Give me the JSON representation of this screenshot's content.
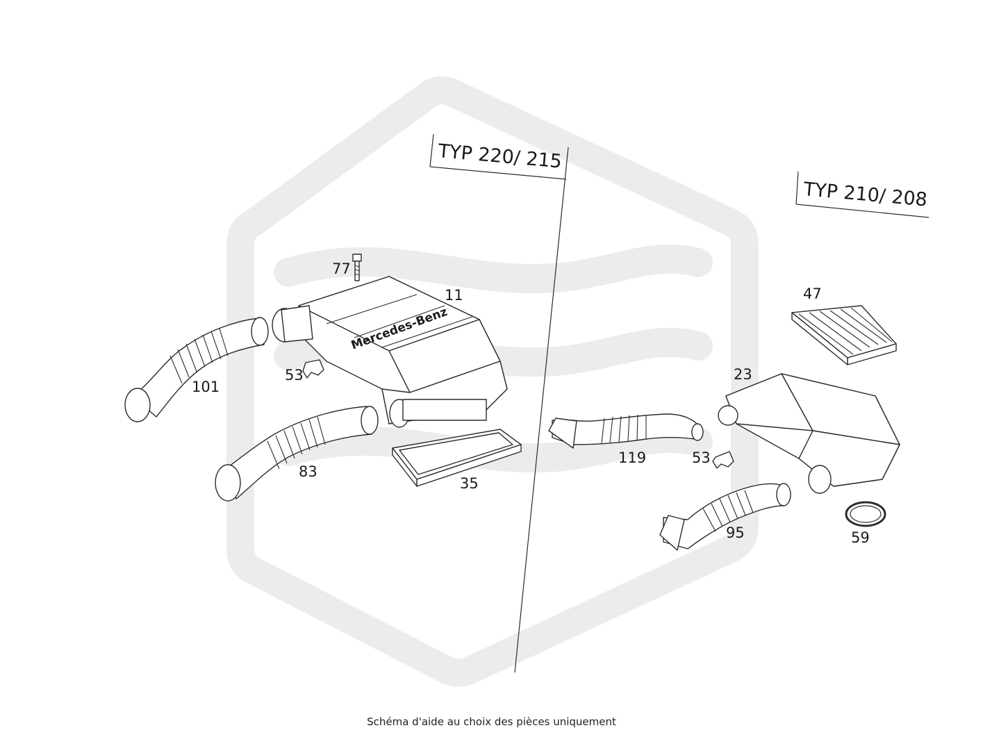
{
  "colors": {
    "watermark": "#ececec",
    "line": "#2a2a2a",
    "text": "#1a1a1a"
  },
  "watermark_icon": "hexagon-wave-watermark",
  "typ_labels": {
    "left": "TYP 220/ 215",
    "right": "TYP 210/ 208"
  },
  "brand_text": "Mercedes-Benz",
  "callouts": {
    "c77": "77",
    "c11": "11",
    "c101": "101",
    "c53a": "53",
    "c83": "83",
    "c35": "35",
    "c47": "47",
    "c23": "23",
    "c119": "119",
    "c53b": "53",
    "c95": "95",
    "c59": "59"
  },
  "footer": "Schéma d'aide au choix des pièces uniquement"
}
